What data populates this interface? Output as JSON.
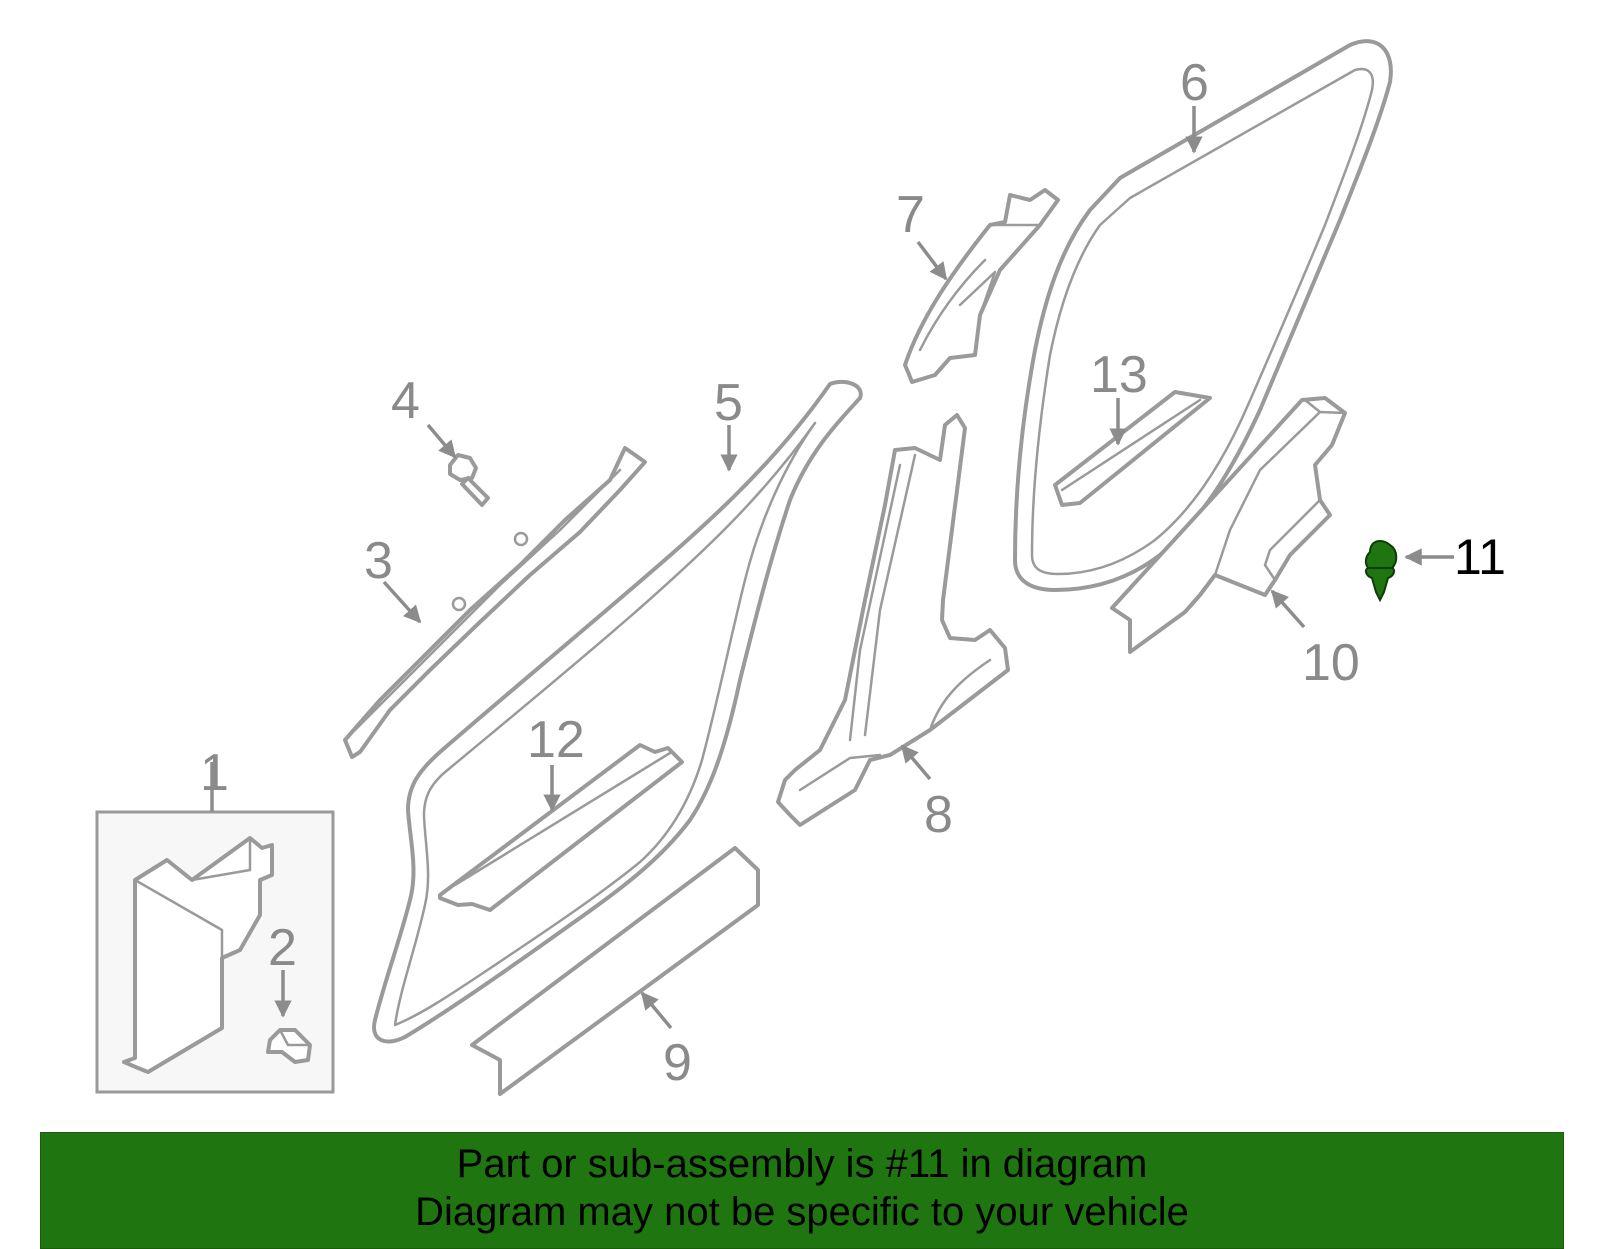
{
  "diagram": {
    "callouts": [
      "1",
      "2",
      "3",
      "4",
      "5",
      "6",
      "7",
      "8",
      "9",
      "10",
      "11",
      "12",
      "13"
    ],
    "highlighted_part": "11",
    "highlight_color": "#1f7510",
    "part_stroke_color": "#9a9a9a"
  },
  "banner": {
    "line1": "Part or sub-assembly is #11 in diagram",
    "line2": "Diagram may not be specific to your vehicle",
    "background": "#1f7510"
  }
}
